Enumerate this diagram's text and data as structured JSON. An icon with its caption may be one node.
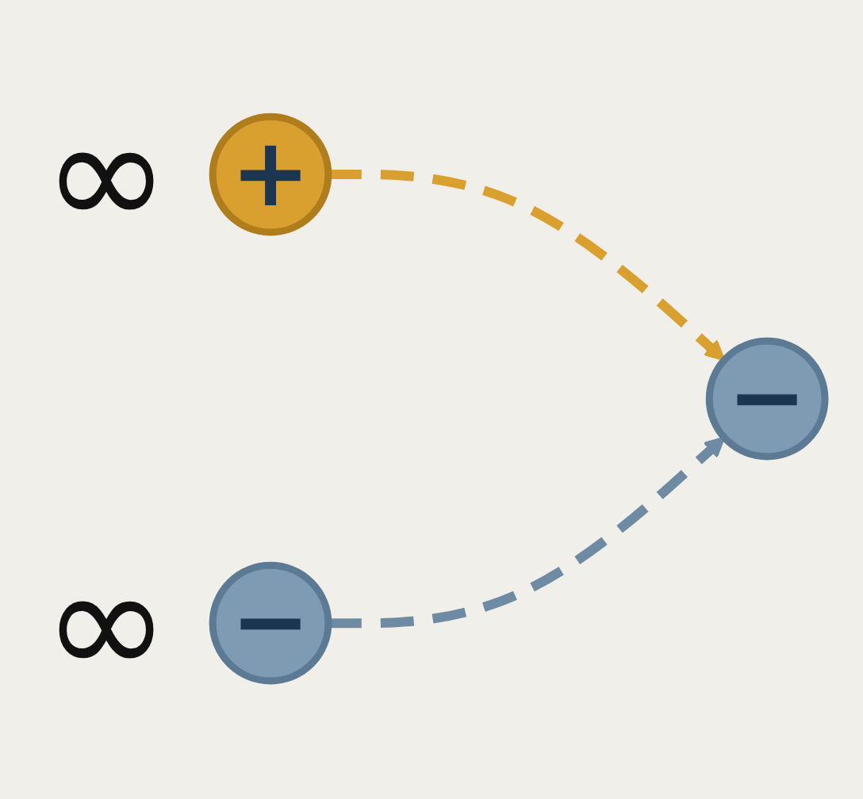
{
  "diagram": {
    "nodes": [
      {
        "text": [
          "+"
        ],
        "beside": [
          "∞"
        ]
      },
      {
        "text": [
          "−"
        ]
      },
      {
        "text": [
          "−"
        ],
        "beside": [
          "∞"
        ]
      }
    ],
    "edges": [
      {
        "from": 0,
        "to": 1,
        "arrow": "to",
        "style": "dashed",
        "color": "#d9a030"
      },
      {
        "from": 2,
        "to": 1,
        "arrow": "to",
        "style": "dashed",
        "color": "#6f8aa3"
      }
    ]
  }
}
